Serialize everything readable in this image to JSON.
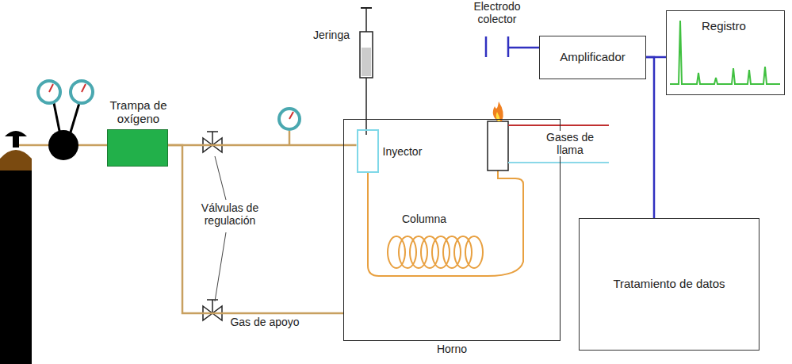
{
  "diagram": {
    "nodes": [
      {
        "text": [
          "Trampa de oxígeno"
        ]
      },
      {
        "text": [
          "Horno"
        ]
      },
      {
        "text": [
          "Inyector"
        ],
        "in": 1
      },
      {
        "text": [
          "Amplificador"
        ]
      },
      {
        "text": [
          "Registro"
        ]
      },
      {
        "text": [
          "Tratamiento de datos"
        ]
      }
    ],
    "edges": [
      {
        "from": 0,
        "to": 2,
        "arrow": "none"
      },
      {
        "from": 0,
        "to": 1,
        "arrow": "none"
      },
      {
        "from": 3,
        "to": 4,
        "arrow": "none"
      },
      {
        "from": 3,
        "to": 5,
        "arrow": "none"
      }
    ],
    "labels": [
      "Electrodo colector",
      "Jeringa",
      "Válvulas de regulación",
      "Columna",
      "Gases de llama",
      "Gas de apoyo"
    ]
  }
}
